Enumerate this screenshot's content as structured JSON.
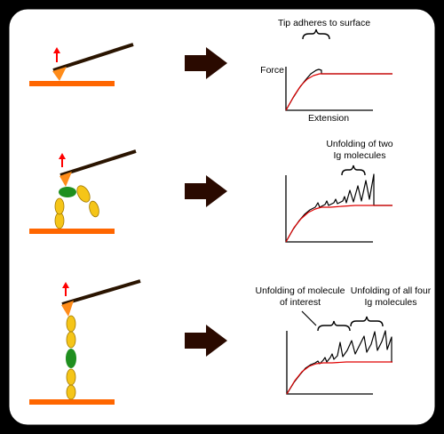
{
  "colors": {
    "panel": "#ffffff",
    "border": "#000000",
    "substrate": "#ff6600",
    "cantilever": "#2a1400",
    "tip": "#ff8c1a",
    "pull_arrow": "#ff0000",
    "ig_domain": "#f5c518",
    "ig_outline": "#a07800",
    "interest_domain": "#1f8f1f",
    "process_arrow": "#2a0a00",
    "trace_black": "#000000",
    "trace_red": "#e00000"
  },
  "icons": {
    "pull": "red-up-arrow-icon",
    "process": "right-arrow-icon",
    "group": "curly-brace-icon"
  },
  "panels": [
    {
      "graph": {
        "annotation": "Tip adheres to surface",
        "ylabel": "Force",
        "xlabel": "Extension"
      }
    },
    {
      "graph": {
        "annotation_line1": "Unfolding of two",
        "annotation_line2": "Ig molecules"
      }
    },
    {
      "graph": {
        "annotation_a_line1": "Unfolding of molecule",
        "annotation_a_line2": "of interest",
        "annotation_b_line1": "Unfolding of all four",
        "annotation_b_line2": "Ig molecules"
      }
    }
  ]
}
